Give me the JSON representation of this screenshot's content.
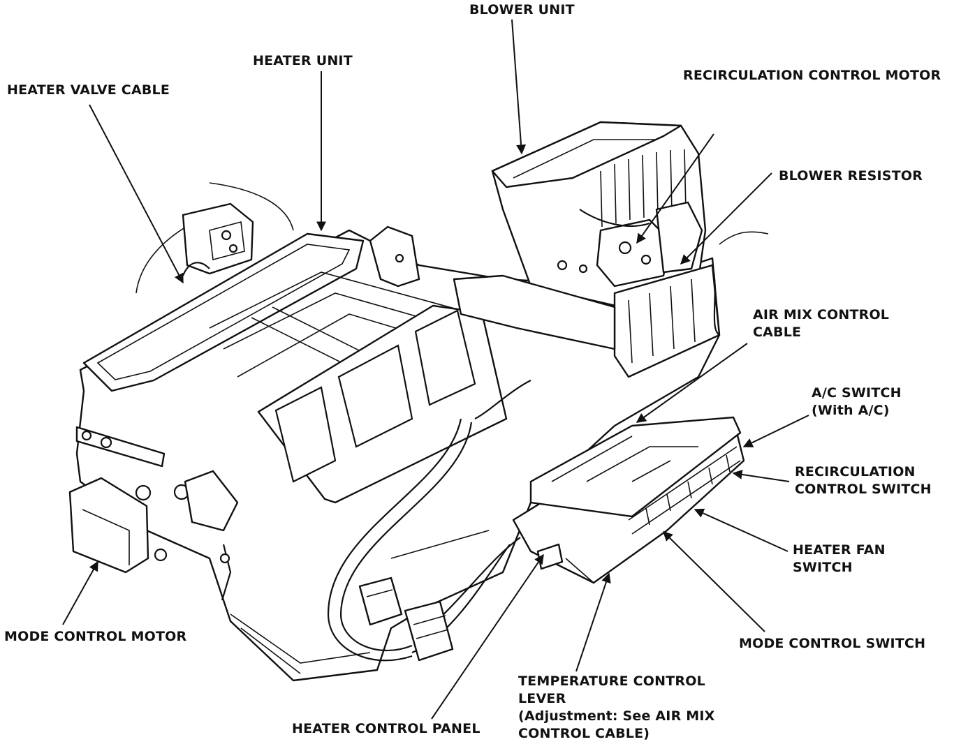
{
  "labels": {
    "blower_unit": "BLOWER UNIT",
    "heater_unit": "HEATER UNIT",
    "heater_valve_cable": "HEATER VALVE CABLE",
    "recirculation_control_motor": "RECIRCULATION CONTROL MOTOR",
    "blower_resistor": "BLOWER RESISTOR",
    "air_mix_control_cable": [
      "AIR MIX CONTROL",
      "CABLE"
    ],
    "ac_switch": [
      "A/C SWITCH",
      "(With A/C)"
    ],
    "recirculation_control_switch": [
      "RECIRCULATION",
      "CONTROL SWITCH"
    ],
    "heater_fan_switch": [
      "HEATER FAN",
      "SWITCH"
    ],
    "mode_control_motor": "MODE CONTROL MOTOR",
    "mode_control_switch": "MODE CONTROL SWITCH",
    "temperature_control_lever": [
      "TEMPERATURE CONTROL",
      "LEVER",
      "(Adjustment: See AIR MIX",
      "CONTROL CABLE)"
    ],
    "heater_control_panel": "HEATER CONTROL PANEL"
  },
  "colors": {
    "ink": "#111111",
    "paper": "#ffffff"
  }
}
